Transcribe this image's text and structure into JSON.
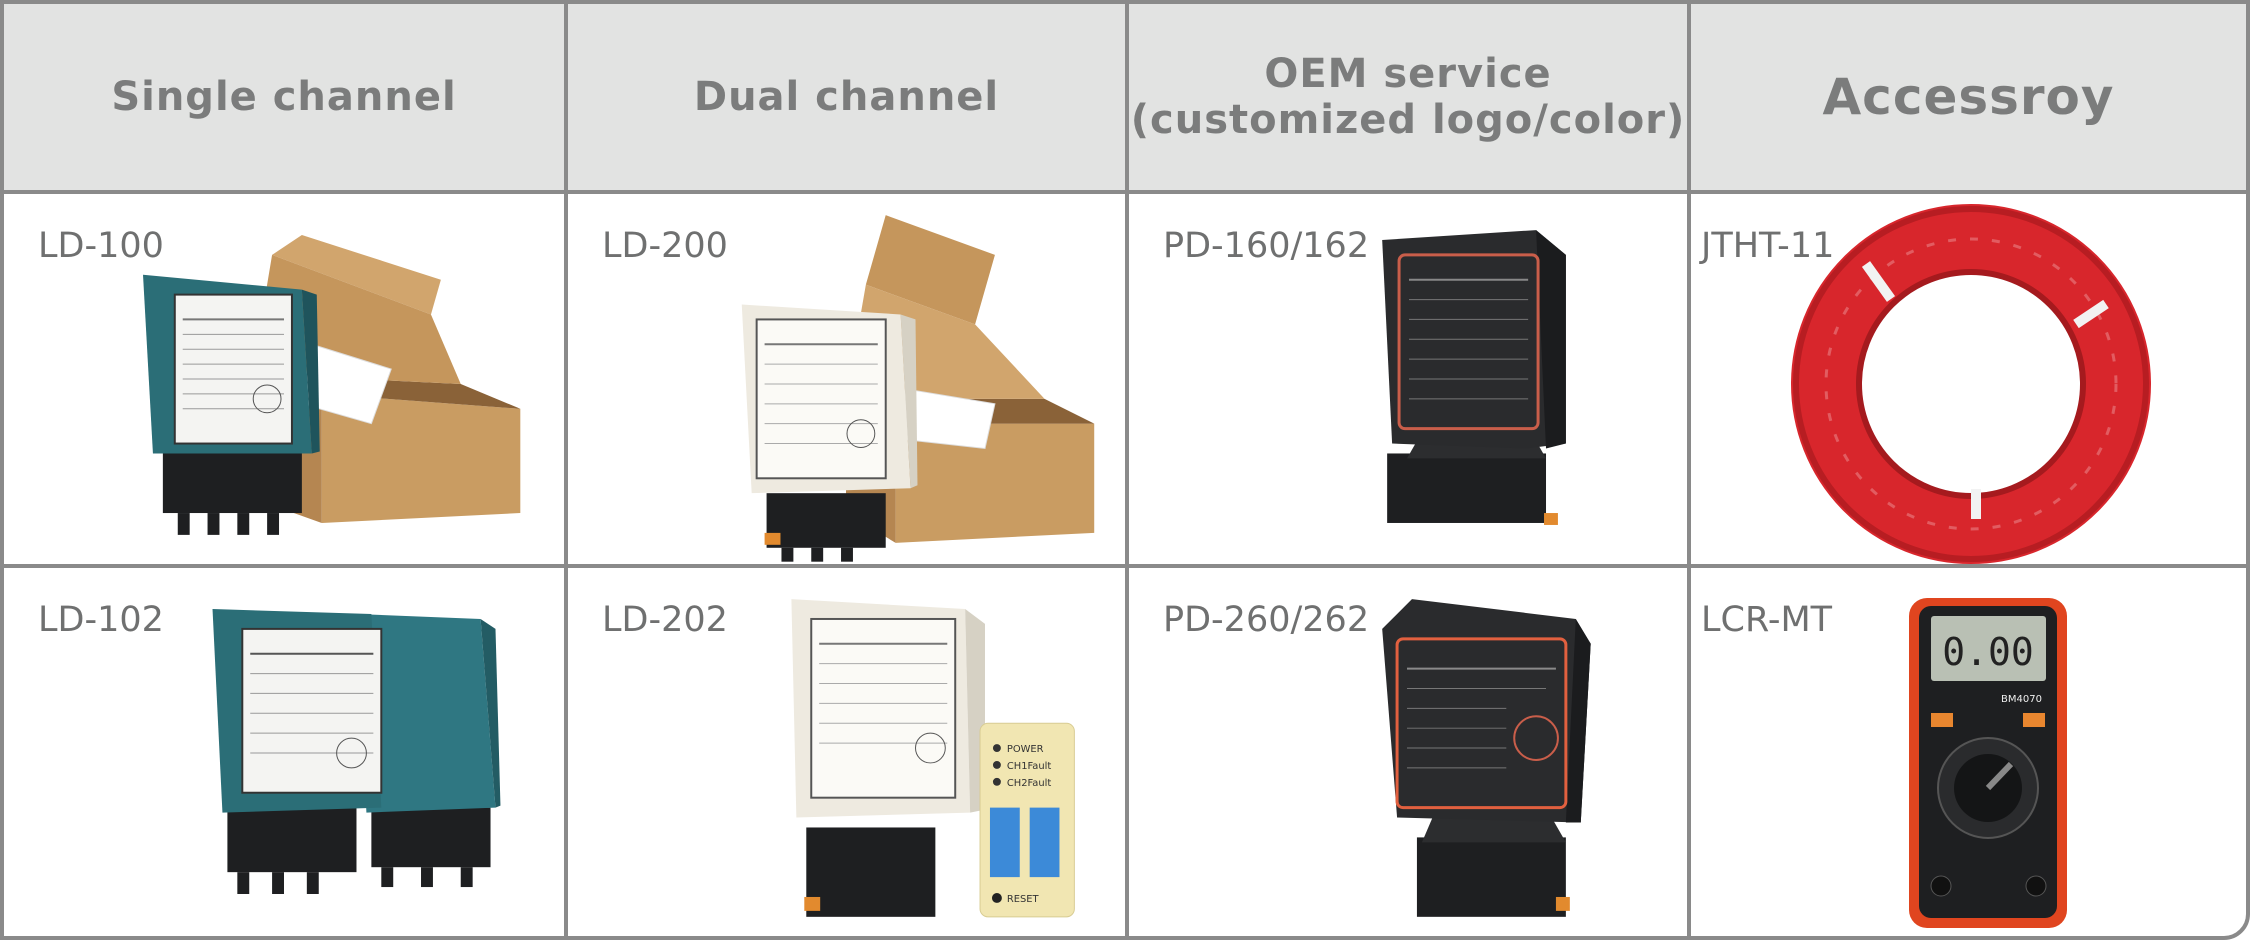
{
  "headers": {
    "col1": "Single  channel",
    "col2": "Dual  channel",
    "col3": "OEM  service\n(customized  logo/color)",
    "col4": "Accessroy"
  },
  "row1": {
    "col1": "LD-100",
    "col2": "LD-200",
    "col3": "PD-160/162",
    "col4": "JTHT-11"
  },
  "row2": {
    "col1": "LD-102",
    "col2": "LD-202",
    "col3": "PD-260/262",
    "col4": "LCR-MT"
  },
  "meter": {
    "display": "0.00",
    "model": "BM4070"
  },
  "indicator_labels": [
    "POWER",
    "CH1Fault",
    "CH2Fault"
  ],
  "reset_label": "RESET",
  "colors": {
    "header_bg": "#e2e3e2",
    "border": "#8a8a8a",
    "teal_device": "#2b6e77",
    "cream_device": "#eeeae0",
    "black_device": "#2a2b2d",
    "cardboard": "#c49a64",
    "cable_red": "#d8262c",
    "meter_orange": "#e0451f"
  }
}
